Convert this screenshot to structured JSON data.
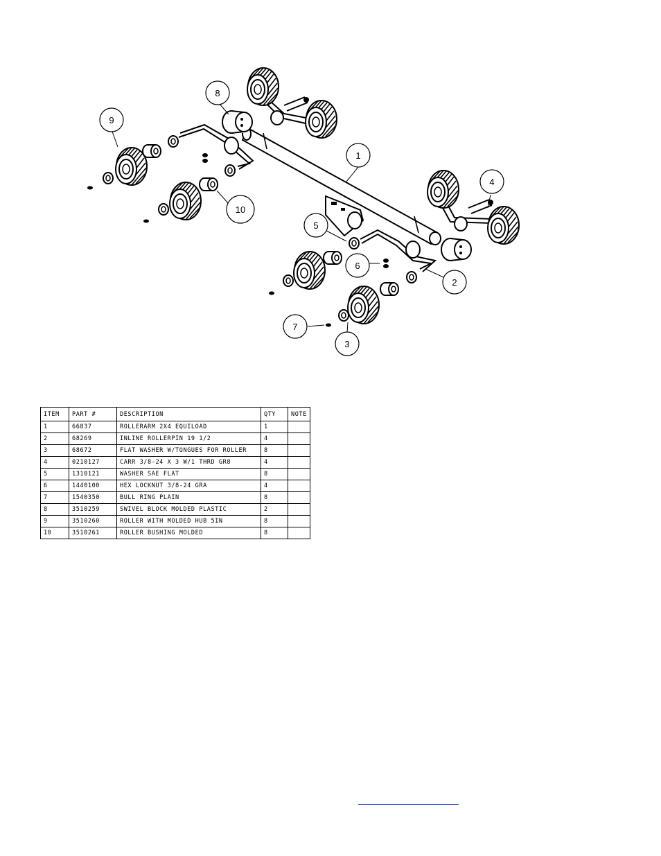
{
  "callouts": [
    "1",
    "2",
    "3",
    "4",
    "5",
    "6",
    "7",
    "8",
    "9",
    "10"
  ],
  "table": {
    "headers": [
      "ITEM",
      "PART #",
      "DESCRIPTION",
      "QTY",
      "NOTE"
    ],
    "rows": [
      {
        "item": "1",
        "part": "66837",
        "description": "ROLLERARM  2X4 EQUILOAD",
        "qty": "1",
        "note": ""
      },
      {
        "item": "2",
        "part": "68269",
        "description": "INLINE ROLLERPIN 19 1/2",
        "qty": "4",
        "note": ""
      },
      {
        "item": "3",
        "part": "68672",
        "description": "FLAT WASHER W/TONGUES FOR ROLLER",
        "qty": "8",
        "note": ""
      },
      {
        "item": "4",
        "part": "0210127",
        "description": "CARR 3/8-24 X 3 W/1 THRD GR8",
        "qty": "4",
        "note": ""
      },
      {
        "item": "5",
        "part": "1310121",
        "description": "WASHER SAE FLAT",
        "qty": "8",
        "note": ""
      },
      {
        "item": "6",
        "part": "1440100",
        "description": "HEX LOCKNUT 3/8-24 GRA",
        "qty": "4",
        "note": ""
      },
      {
        "item": "7",
        "part": "1540350",
        "description": "BULL RING PLAIN",
        "qty": "8",
        "note": ""
      },
      {
        "item": "8",
        "part": "3510259",
        "description": "SWIVEL BLOCK MOLDED PLASTIC",
        "qty": "2",
        "note": ""
      },
      {
        "item": "9",
        "part": "3510260",
        "description": "ROLLER WITH MOLDED HUB  5IN",
        "qty": "8",
        "note": ""
      },
      {
        "item": "10",
        "part": "3510261",
        "description": "ROLLER BUSHING MOLDED",
        "qty": "8",
        "note": ""
      }
    ]
  }
}
